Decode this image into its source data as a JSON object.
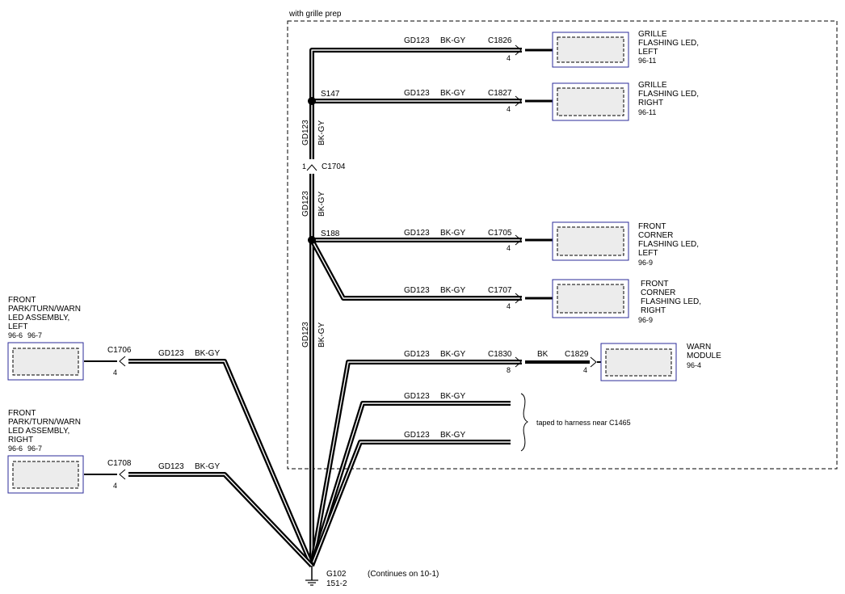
{
  "region": {
    "label": "with grille prep"
  },
  "wire": {
    "circuit": "GD123",
    "color": "BK-GY"
  },
  "splices": {
    "s147": "S147",
    "s188": "S188"
  },
  "inline_connector": {
    "id": "C1704",
    "pin": "1"
  },
  "branches": {
    "grille_left": {
      "connector": "C1826",
      "pin": "4"
    },
    "grille_right": {
      "connector": "C1827",
      "pin": "4"
    },
    "corner_left": {
      "connector": "C1705",
      "pin": "4"
    },
    "corner_right": {
      "connector": "C1707",
      "pin": "4"
    },
    "warn": {
      "connector": "C1830",
      "pin": "8",
      "color2": "BK",
      "connector2": "C1829",
      "pin2": "4"
    },
    "park_left": {
      "connector": "C1706",
      "pin": "4"
    },
    "park_right": {
      "connector": "C1708",
      "pin": "4"
    }
  },
  "components": {
    "grille_left": {
      "lines": [
        "GRILLE",
        "FLASHING LED,",
        "LEFT"
      ],
      "ref": "96-11"
    },
    "grille_right": {
      "lines": [
        "GRILLE",
        "FLASHING LED,",
        "RIGHT"
      ],
      "ref": "96-11"
    },
    "corner_left": {
      "lines": [
        "FRONT",
        "CORNER",
        "FLASHING LED,",
        "LEFT"
      ],
      "ref": "96-9"
    },
    "corner_right": {
      "lines": [
        "FRONT",
        "CORNER",
        "FLASHING LED,",
        "RIGHT"
      ],
      "ref": "96-9"
    },
    "warn_module": {
      "lines": [
        "WARN",
        "MODULE"
      ],
      "ref": "96-4"
    },
    "park_left": {
      "lines": [
        "FRONT",
        "PARK/TURN/WARN",
        "LED ASSEMBLY,",
        "LEFT"
      ],
      "ref1": "96-6",
      "ref2": "96-7"
    },
    "park_right": {
      "lines": [
        "FRONT",
        "PARK/TURN/WARN",
        "LED ASSEMBLY,",
        "RIGHT"
      ],
      "ref1": "96-6",
      "ref2": "96-7"
    }
  },
  "taped_note": "taped to harness near C1465",
  "ground": {
    "id": "G102",
    "ref": "151-2",
    "note": "(Continues on 10-1)"
  }
}
